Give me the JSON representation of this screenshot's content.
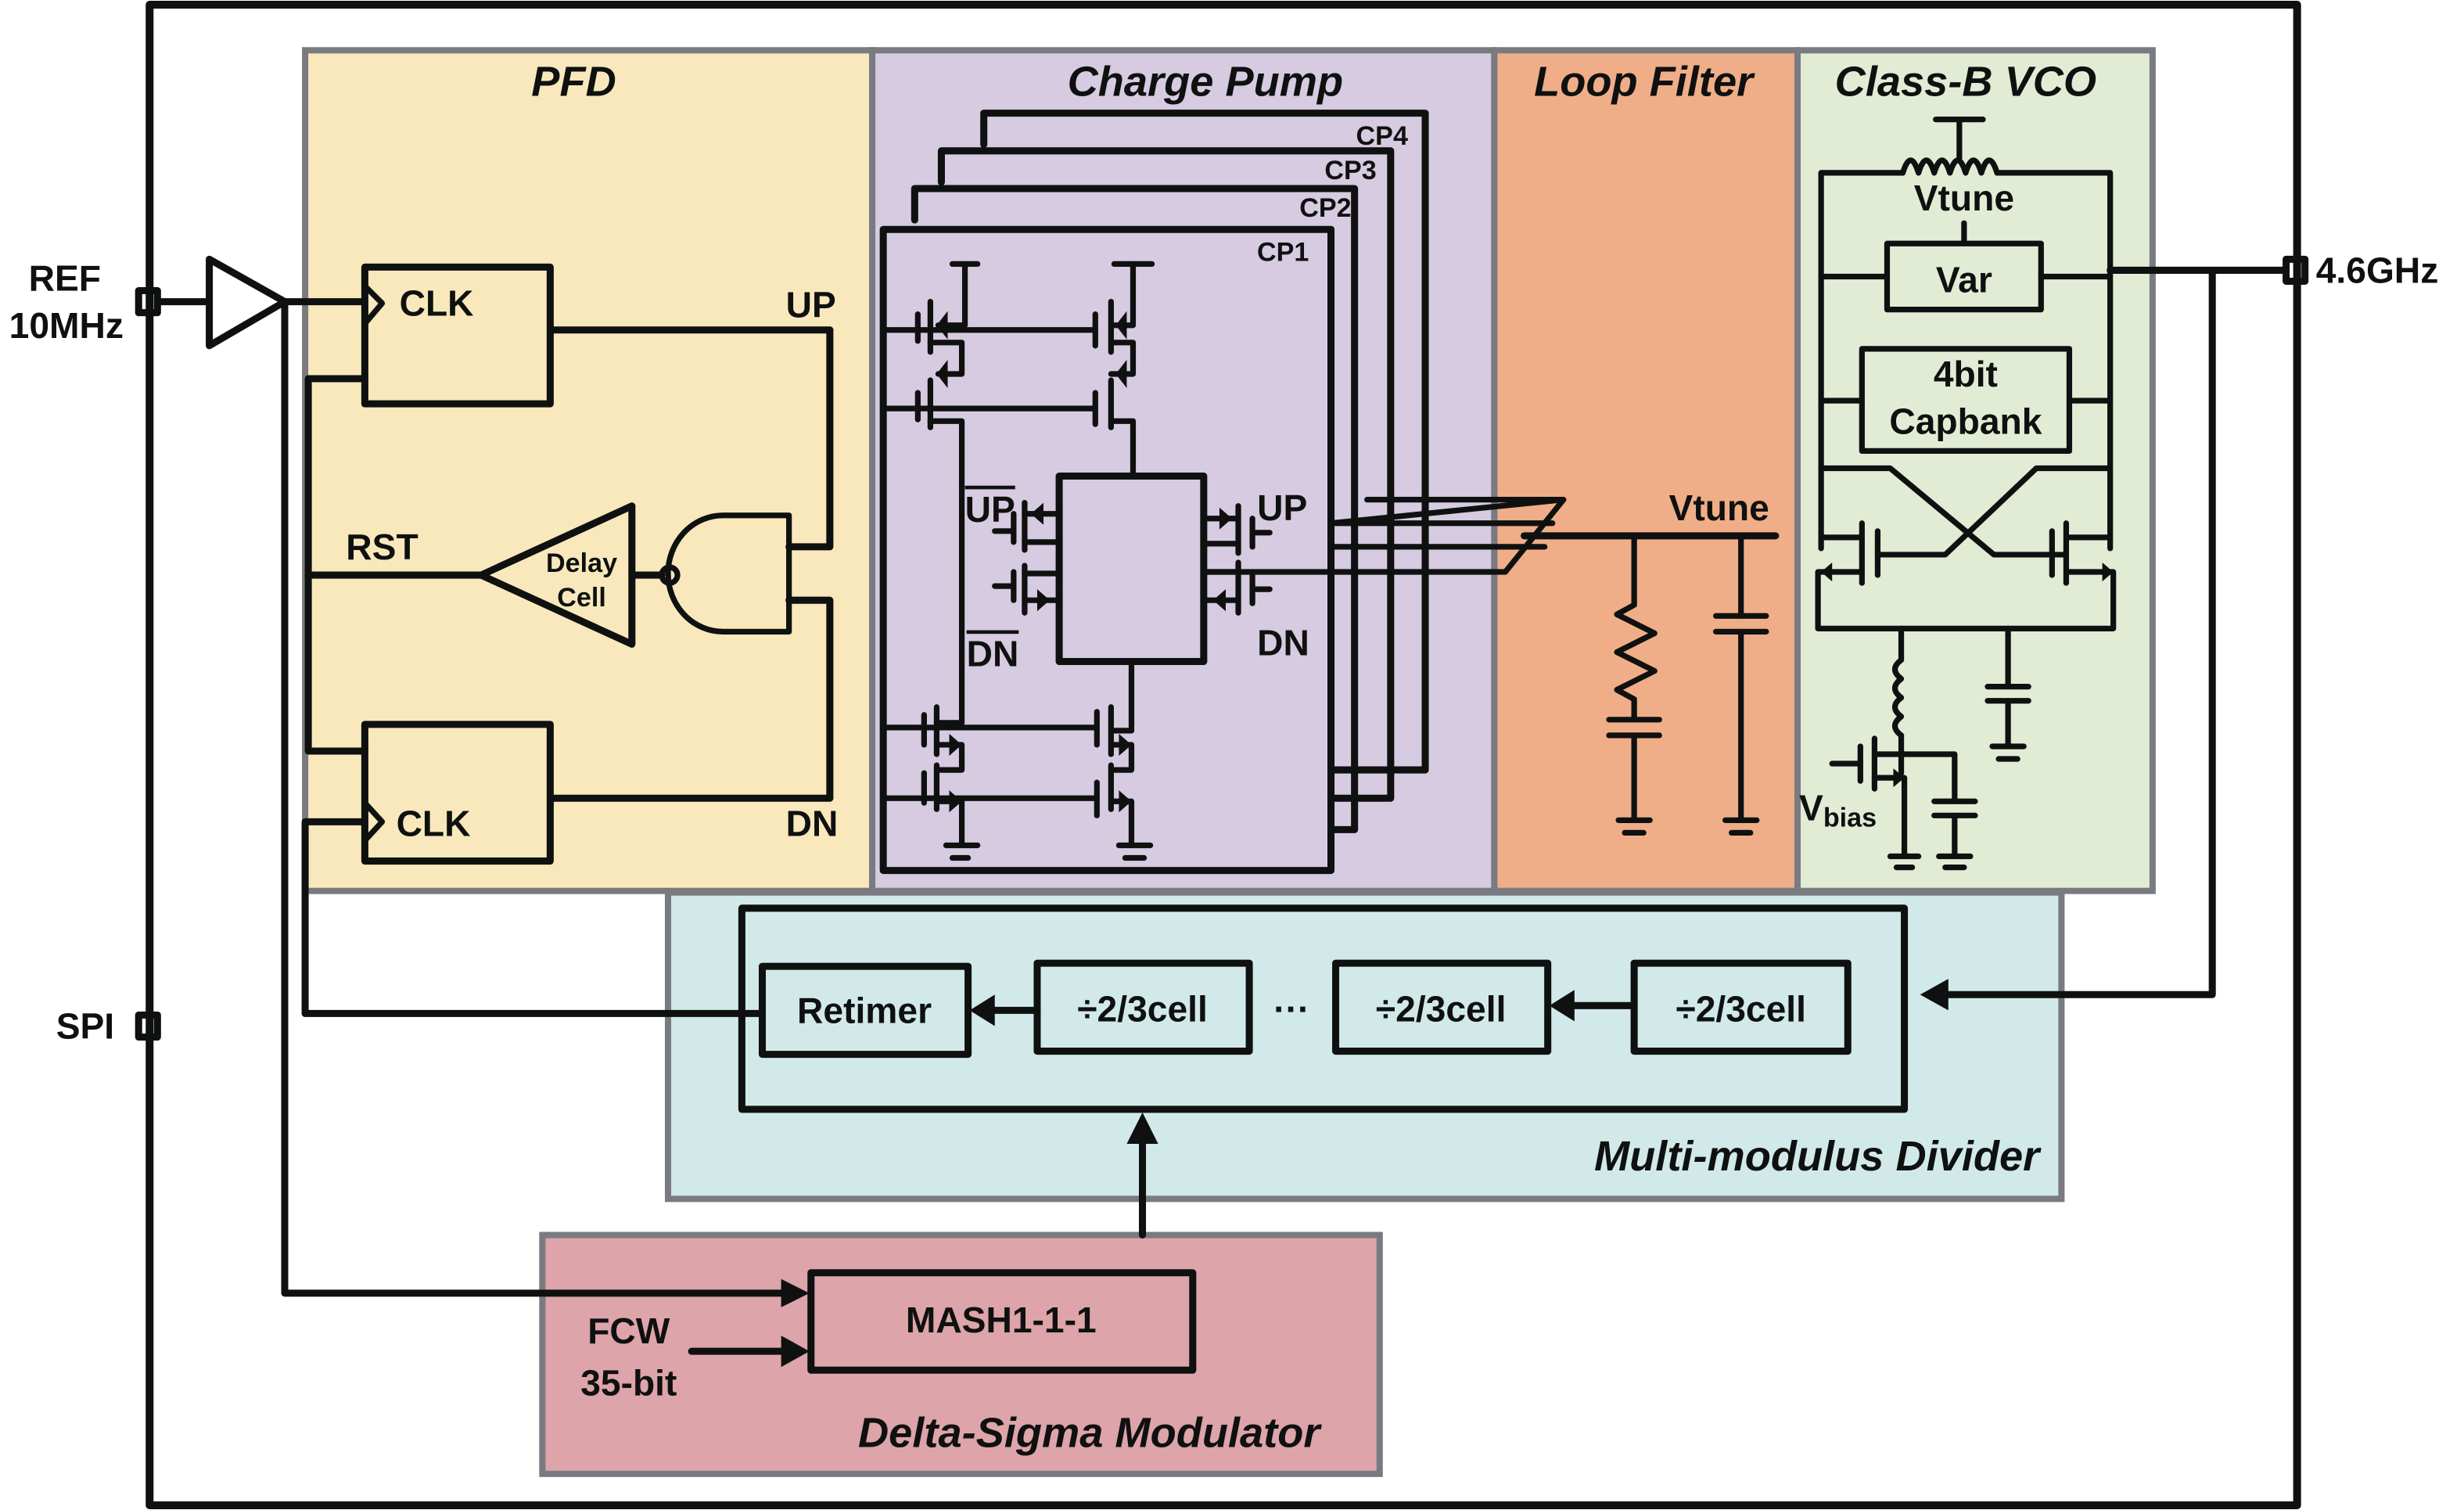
{
  "diagram": {
    "description": "Fractional-N PLL block diagram",
    "colors": {
      "wire": "#0f1110",
      "block_border": "#797b81",
      "pfd_bg": "#f8e8bc",
      "charge_pump_bg": "#d6cbe0",
      "loop_filter_bg": "#f0ae88",
      "vco_bg": "#e2ecd5",
      "divider_bg": "#d2e9ea",
      "dsm_bg": "#dda4aa"
    },
    "pins": {
      "ref_name": "REF",
      "ref_freq": "10MHz",
      "spi": "SPI",
      "output": "4.6GHz"
    },
    "pfd": {
      "title": "PFD",
      "clk_top": "CLK",
      "clk_bottom": "CLK",
      "up": "UP",
      "dn": "DN",
      "rst": "RST",
      "delay_line1": "Delay",
      "delay_line2": "Cell"
    },
    "charge_pump": {
      "title": "Charge Pump",
      "units": [
        "CP1",
        "CP2",
        "CP3",
        "CP4"
      ],
      "up_bar": "UP",
      "dn_bar": "DN",
      "up": "UP",
      "dn": "DN"
    },
    "loop_filter": {
      "title": "Loop Filter",
      "node": "Vtune"
    },
    "vco": {
      "title": "Class-B VCO",
      "vtune": "Vtune",
      "varactor": "Var",
      "capbank_line1": "4bit",
      "capbank_line2": "Capbank",
      "vbias_main": "V",
      "vbias_sub": "bias"
    },
    "divider": {
      "title": "Multi-modulus Divider",
      "retimer": "Retimer",
      "cells": [
        "÷2/3cell",
        "÷2/3cell",
        "÷2/3cell"
      ],
      "ellipsis": "···"
    },
    "dsm": {
      "title": "Delta-Sigma Modulator",
      "mash": "MASH1-1-1",
      "fcw_line1": "FCW",
      "fcw_line2": "35-bit"
    }
  }
}
